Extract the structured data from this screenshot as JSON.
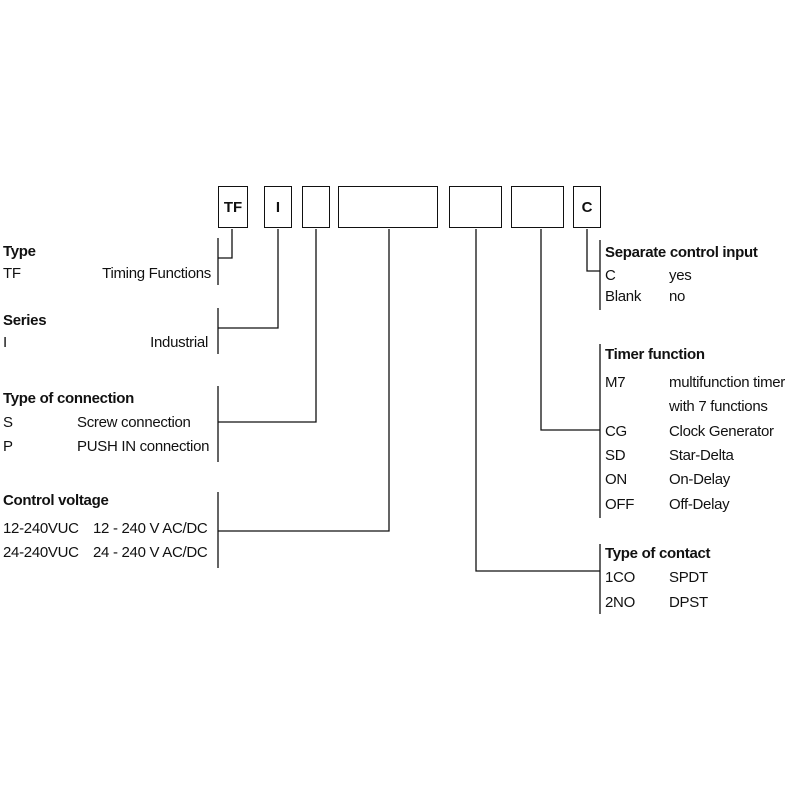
{
  "code_boxes": [
    "TF",
    "I",
    "",
    "",
    "",
    "",
    "C"
  ],
  "groups": {
    "type": {
      "title": "Type",
      "rows": [
        {
          "code": "TF",
          "desc": "Timing Functions"
        }
      ]
    },
    "series": {
      "title": "Series",
      "rows": [
        {
          "code": "I",
          "desc": "Industrial"
        }
      ]
    },
    "connection": {
      "title": "Type of connection",
      "rows": [
        {
          "code": "S",
          "desc": "Screw connection"
        },
        {
          "code": "P",
          "desc": "PUSH IN connection"
        }
      ]
    },
    "voltage": {
      "title": "Control voltage",
      "rows": [
        {
          "code": "12-240VUC",
          "desc": "12 - 240 V AC/DC"
        },
        {
          "code": "24-240VUC",
          "desc": "24 - 240 V AC/DC"
        }
      ]
    },
    "control_input": {
      "title": "Separate control input",
      "rows": [
        {
          "code": "C",
          "desc": "yes"
        },
        {
          "code": "Blank",
          "desc": "no"
        }
      ]
    },
    "timer": {
      "title": "Timer function",
      "rows": [
        {
          "code": "M7",
          "desc": "multifunction timer"
        },
        {
          "code": "",
          "desc": "with 7 functions"
        },
        {
          "code": "CG",
          "desc": "Clock Generator"
        },
        {
          "code": "SD",
          "desc": "Star-Delta"
        },
        {
          "code": "ON",
          "desc": "On-Delay"
        },
        {
          "code": "OFF",
          "desc": "Off-Delay"
        }
      ]
    },
    "contact": {
      "title": "Type of contact",
      "rows": [
        {
          "code": "1CO",
          "desc": "SPDT"
        },
        {
          "code": "2NO",
          "desc": "DPST"
        }
      ]
    }
  }
}
